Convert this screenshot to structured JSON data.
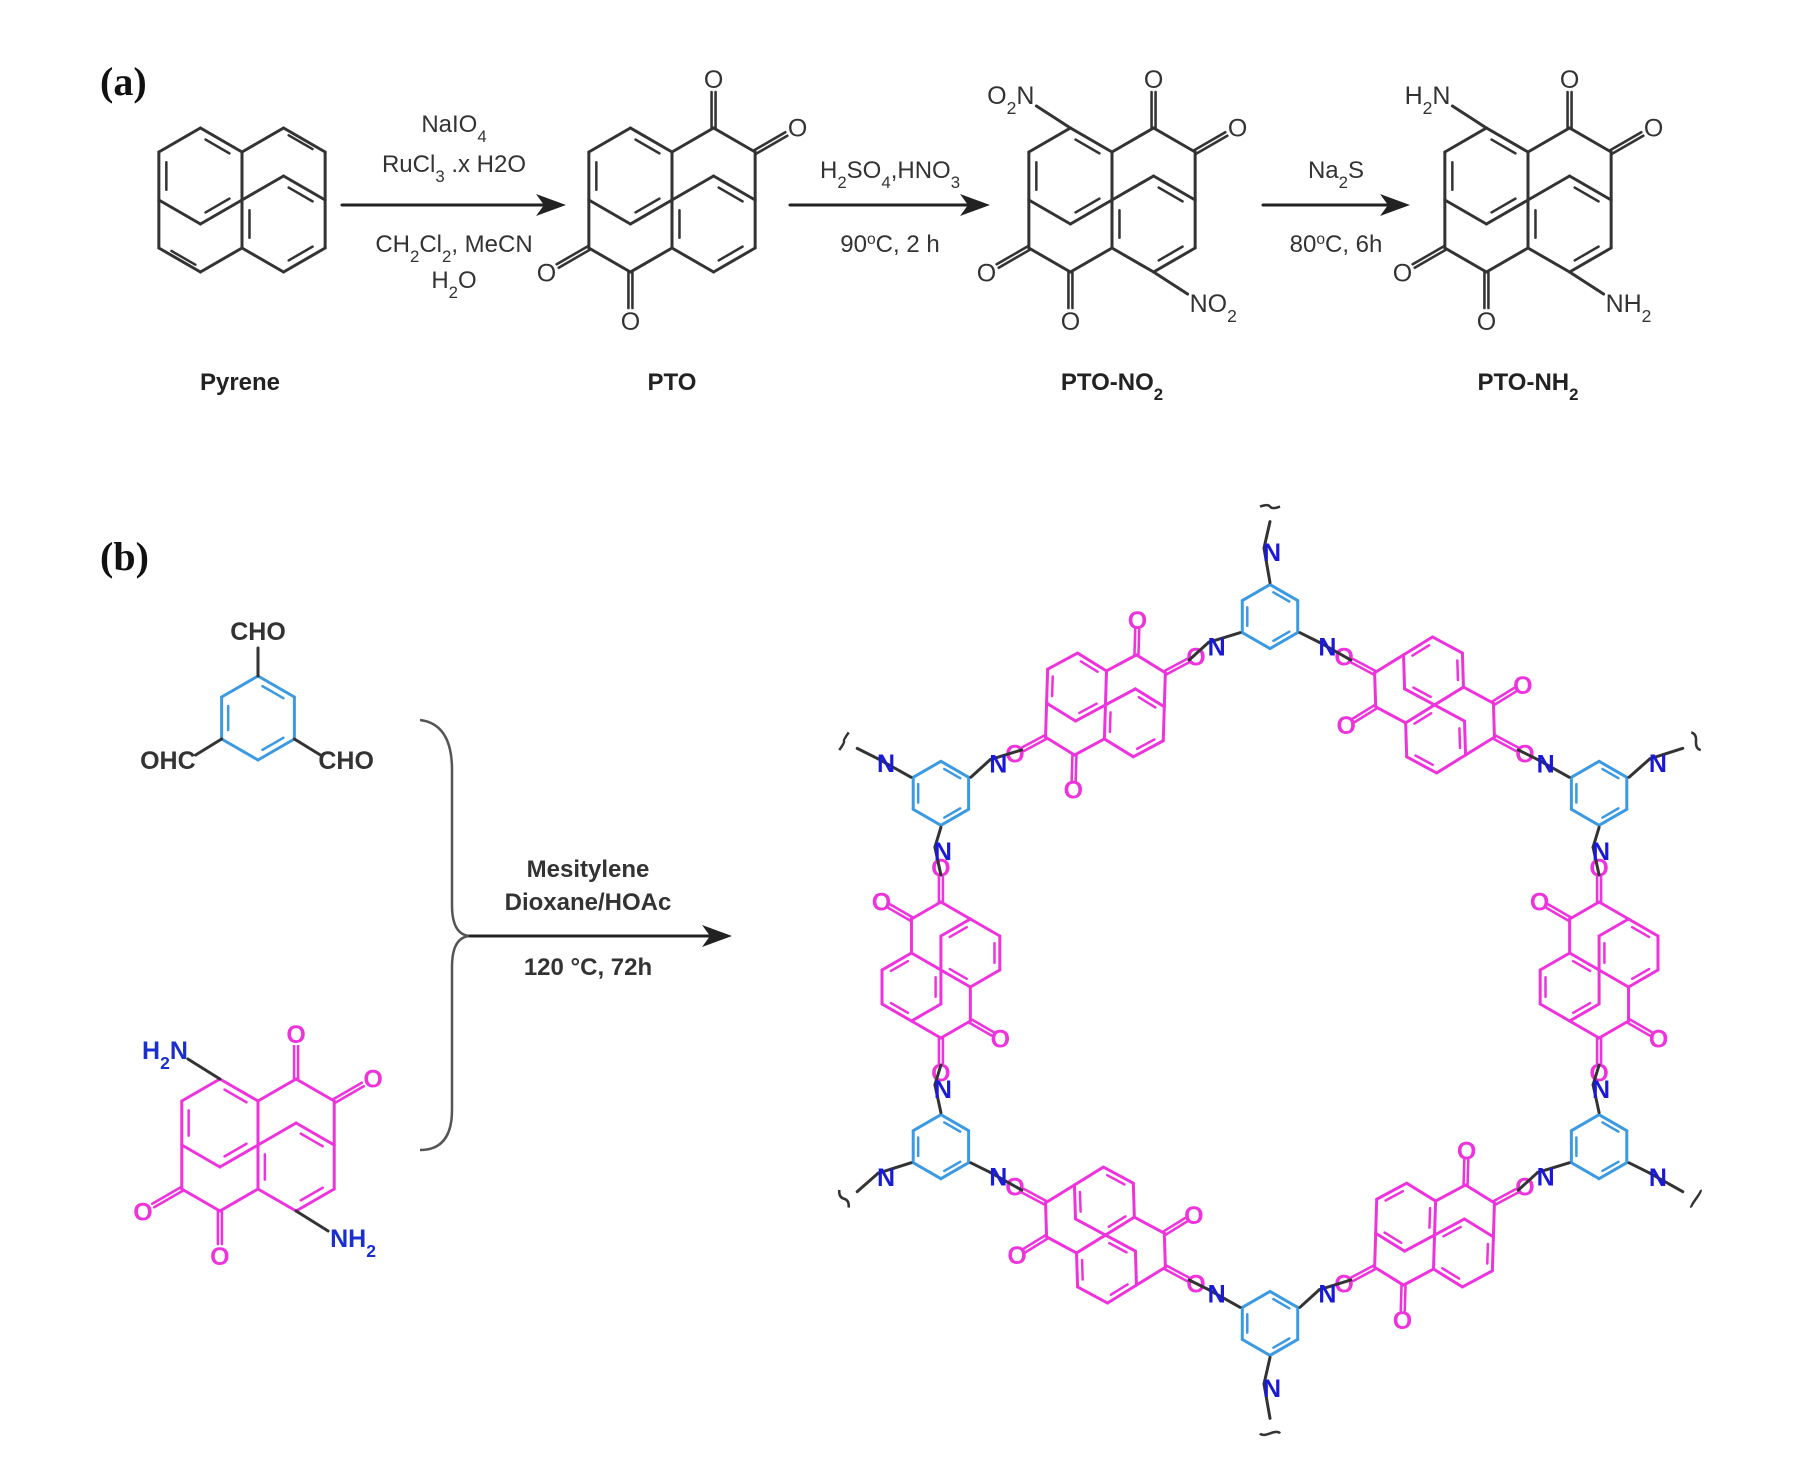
{
  "figure": {
    "panels": {
      "a": {
        "label": "(a)",
        "compounds": [
          {
            "name": "Pyrene"
          },
          {
            "name": "PTO"
          },
          {
            "name": "PTO-NO",
            "subscript": "2"
          },
          {
            "name": "PTO-NH",
            "subscript": "2"
          }
        ],
        "steps": [
          {
            "above": [
              {
                "text": "NaIO",
                "sub": "4",
                "tail": ""
              },
              {
                "text": "RuCl",
                "sub": "3",
                "tail": " .x H2O"
              }
            ],
            "below": [
              {
                "text": "CH",
                "sub": "2",
                "tail": "Cl",
                "sub2": "2",
                "tail2": ", MeCN"
              },
              {
                "text": "H",
                "sub": "2",
                "tail": "O"
              }
            ]
          },
          {
            "above": [
              {
                "text": "H",
                "sub": "2",
                "tail": "SO",
                "sub2": "4",
                "tail2": ",HNO",
                "sub3": "3"
              }
            ],
            "below": [
              {
                "text": "90",
                "sup": "o",
                "tail": "C, 2 h"
              }
            ]
          },
          {
            "above": [
              {
                "text": "Na",
                "sub": "2",
                "tail": "S"
              }
            ],
            "below": [
              {
                "text": "80",
                "sup": "o",
                "tail": "C, 6h"
              }
            ]
          }
        ],
        "substituents": {
          "oxo": "O",
          "nitro_left": {
            "a": "O",
            "sub": "2",
            "b": "N"
          },
          "nitro_right": {
            "a": "NO",
            "sub": "2"
          },
          "amine_left": {
            "a": "H",
            "sub": "2",
            "b": "N"
          },
          "amine_right": {
            "a": "NH",
            "sub": "2"
          }
        }
      },
      "b": {
        "label": "(b)",
        "reactants": {
          "aldehyde": {
            "top": "CHO",
            "left": "OHC",
            "right": "CHO"
          },
          "diamine": {
            "left": {
              "a": "H",
              "sub": "2",
              "b": "N"
            },
            "right": {
              "a": "NH",
              "sub": "2"
            },
            "oxo": "O"
          }
        },
        "conditions": [
          "Mesitylene",
          "Dioxane/HOAc",
          "120 °C, 72h"
        ],
        "product": {
          "imine_atom": "N",
          "oxo": "O"
        }
      }
    },
    "colors": {
      "bond": "#333333",
      "pto_core": "#ee33dd",
      "benzene_core": "#3b9ae1",
      "imine_n": "#1a1ad6",
      "amine_label": "#1a2fcc"
    }
  }
}
